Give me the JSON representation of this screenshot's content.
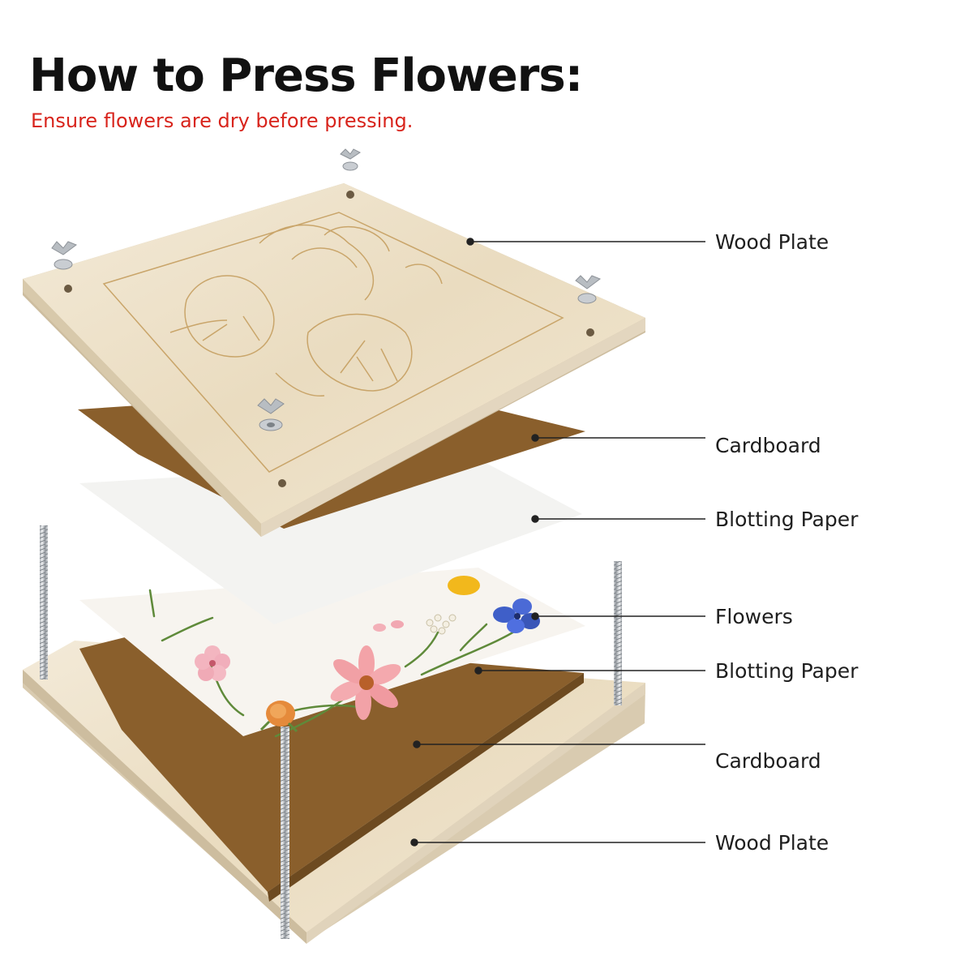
{
  "header": {
    "title": "How to Press Flowers:",
    "subtitle": "Ensure flowers are dry before pressing."
  },
  "layers": [
    {
      "label": "Wood Plate"
    },
    {
      "label": "Cardboard"
    },
    {
      "label": "Blotting Paper"
    },
    {
      "label": "Flowers"
    },
    {
      "label": "Blotting Paper"
    },
    {
      "label": "Cardboard"
    },
    {
      "label": "Wood Plate"
    }
  ],
  "colors": {
    "subtitle": "#d8241c",
    "wood": "#efe4cf",
    "wood_edge": "#d9c8a6",
    "cardboard": "#8a5f2c",
    "blotting_paper": "#f6f6f4",
    "leader_line": "#222222"
  }
}
